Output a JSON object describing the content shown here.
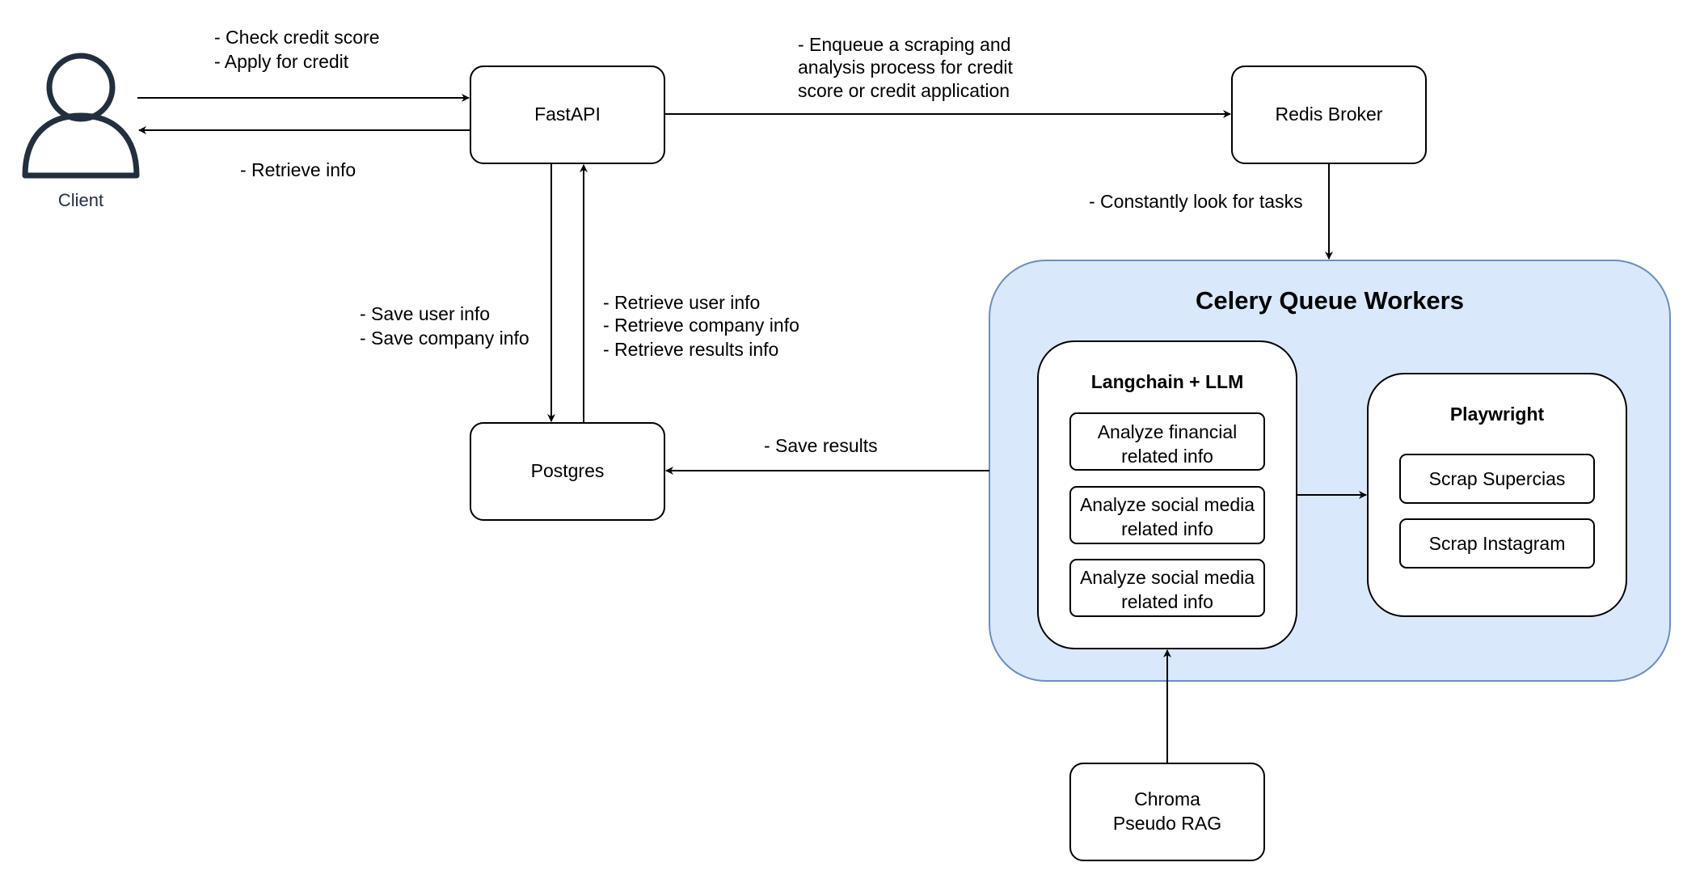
{
  "client": {
    "label": "Client"
  },
  "nodes": {
    "fastapi": "FastAPI",
    "redis": "Redis Broker",
    "postgres": "Postgres",
    "chroma_line1": "Chroma",
    "chroma_line2": "Pseudo RAG"
  },
  "celery": {
    "title": "Celery Queue Workers",
    "langchain": {
      "title": "Langchain + LLM",
      "tasks": [
        {
          "line1": "Analyze financial",
          "line2": "related info"
        },
        {
          "line1": "Analyze social media",
          "line2": "related info"
        },
        {
          "line1": "Analyze social media",
          "line2": "related info"
        }
      ]
    },
    "playwright": {
      "title": "Playwright",
      "tasks": [
        "Scrap Supercias",
        "Scrap Instagram"
      ]
    }
  },
  "edge_labels": {
    "client_to_api": [
      "- Check credit score",
      "- Apply for credit"
    ],
    "api_to_client": [
      "- Retrieve info"
    ],
    "api_to_redis": [
      "- Enqueue a scraping and",
      "analysis process for credit",
      "score or credit application"
    ],
    "redis_to_celery": [
      "- Constantly look for tasks"
    ],
    "api_to_postgres": [
      "- Save user info",
      "- Save company info"
    ],
    "postgres_to_api": [
      "- Retrieve user info",
      "- Retrieve company info",
      "- Retrieve results info"
    ],
    "celery_to_postgres": [
      "- Save results"
    ]
  },
  "colors": {
    "celery_fill": "#dae8fc",
    "celery_stroke": "#6c8ebf",
    "client_icon": "#232f3e",
    "line": "#000000"
  },
  "icons": {
    "client": "user-icon"
  }
}
